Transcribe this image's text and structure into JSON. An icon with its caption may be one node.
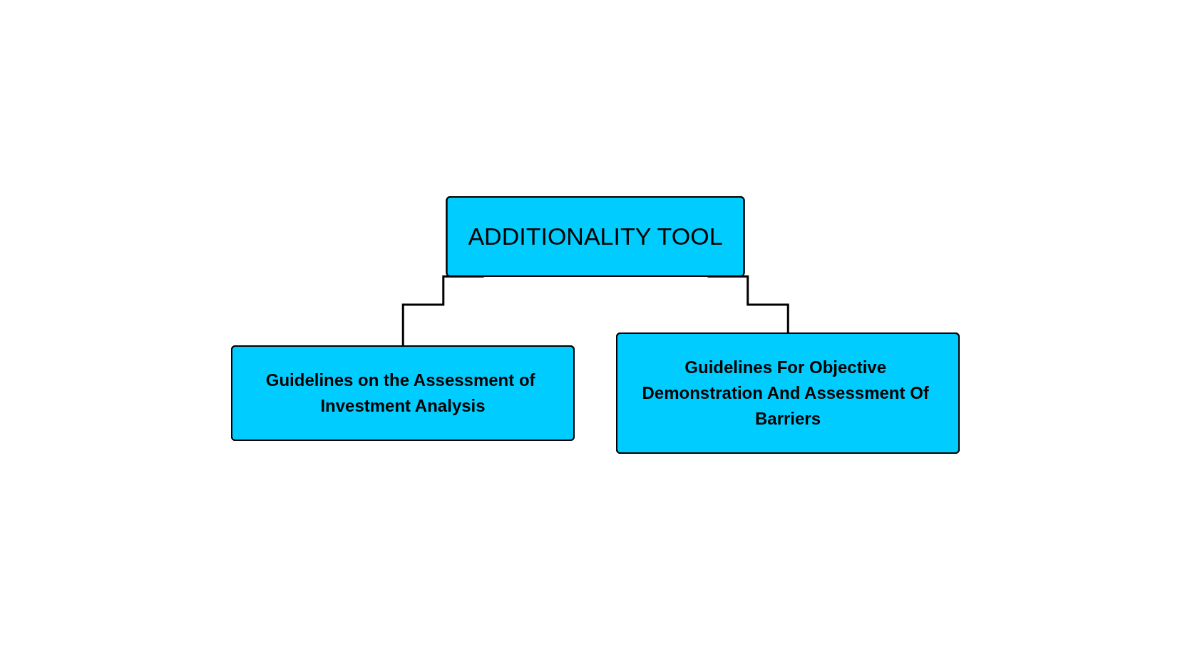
{
  "diagram": {
    "nodes": [
      {
        "text": [
          "ADDITIONALITY TOOL"
        ]
      },
      {
        "text": [
          "Guidelines on the Assessment of Investment Analysis"
        ]
      },
      {
        "text": [
          "Guidelines For Objective Demonstration And Assessment Of Barriers"
        ]
      }
    ],
    "edges": [
      {
        "from": 0,
        "to": 1,
        "arrow": "none"
      },
      {
        "from": 0,
        "to": 2,
        "arrow": "none"
      }
    ]
  }
}
